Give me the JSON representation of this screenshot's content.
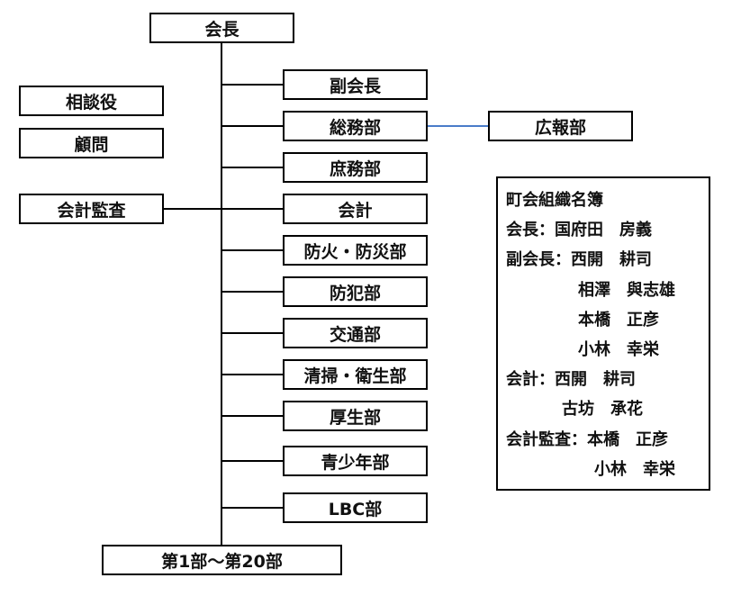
{
  "org": {
    "president": "会長",
    "advisor": "相談役",
    "counselor": "顧問",
    "auditor": "会計監査",
    "departments": [
      "副会長",
      "総務部",
      "庶務部",
      "会計",
      "防火・防災部",
      "防犯部",
      "交通部",
      "清掃・衛生部",
      "厚生部",
      "青少年部",
      "LBC部"
    ],
    "pr": "広報部",
    "bottom": "第1部～第20部"
  },
  "roster": {
    "title": "町会組織名簿",
    "president": "会長：国府田　房義",
    "vp1": "副会長：西開　耕司",
    "vp2": "相澤　與志雄",
    "vp3": "本橋　正彦",
    "vp4": "小林　幸栄",
    "acc1": "会計：西開　耕司",
    "acc2": "古坊　承花",
    "aud1": "会計監査：本橋　正彦",
    "aud2": "小林　幸栄"
  },
  "colors": {
    "line": "#000000",
    "pr_link": "#4a7cc9"
  }
}
